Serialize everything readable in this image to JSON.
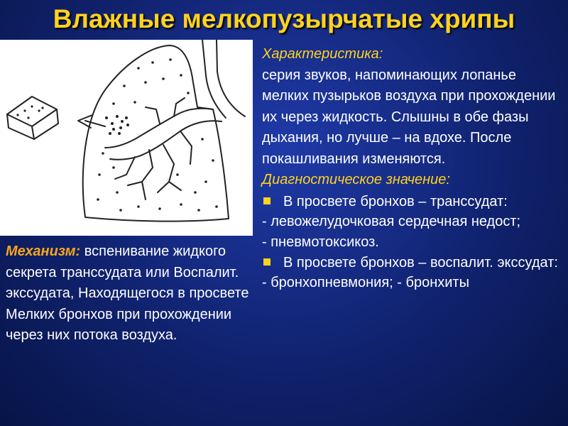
{
  "title": "Влажные мелкопузырчатые хрипы",
  "mechanism": {
    "label": "Механизм:",
    "text": " вспенивание жидкого секрета транссудата или Воспалит. экссудата, Находящегося в просвете Мелких бронхов при прохождении через них потока воздуха."
  },
  "characteristic": {
    "label": "Характеристика:",
    "text": "серия звуков, напоминающих лопанье мелких пузырьков воздуха при прохождении их через жидкость. Слышны в обе фазы дыхания, но лучше – на вдохе. После покашливания изменяются."
  },
  "diagnostic": {
    "label": "Диагностическое значение:",
    "bullet1": "В просвете бронхов – транссудат:",
    "item1": "- левожелудочковая сердечная недост;",
    "item2": "- пневмотоксикоз.",
    "bullet2": "В просвете бронхов – воспалит. экссудат:",
    "item3": "- бронхопневмония; - бронхиты"
  }
}
